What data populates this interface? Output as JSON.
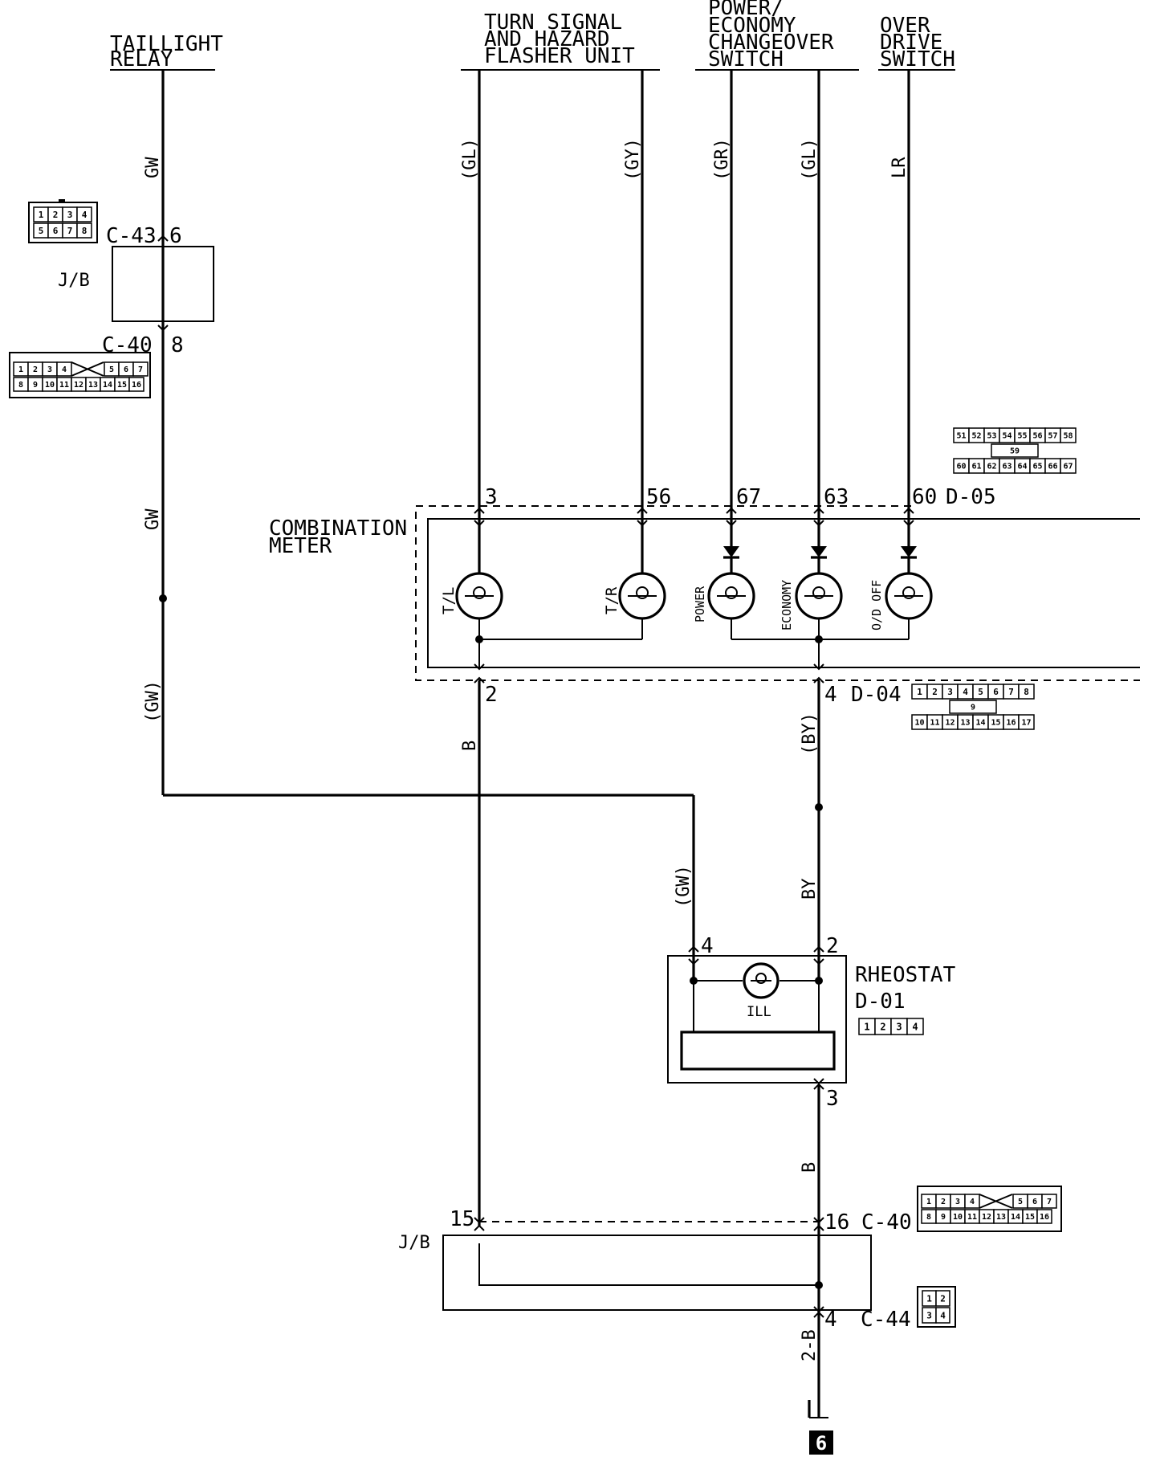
{
  "components": {
    "taillight_relay": [
      "TAILLIGHT",
      "RELAY"
    ],
    "turn_signal": [
      "TURN SIGNAL",
      "AND HAZARD",
      "FLASHER UNIT"
    ],
    "power_economy": [
      "POWER/",
      "ECONOMY",
      "CHANGEOVER",
      "SWITCH"
    ],
    "over_drive": [
      "OVER",
      "DRIVE",
      "SWITCH"
    ],
    "combination_meter": [
      "COMBINATION",
      "METER"
    ],
    "rheostat": "RHEOSTAT",
    "rheostat_code": "D-01",
    "jb": "J/B",
    "ground_id": "6"
  },
  "wire_colors": {
    "gw": "GW",
    "gw_paren": "(GW)",
    "gl_paren": "(GL)",
    "gy_paren": "(GY)",
    "gr_paren": "(GR)",
    "lr": "LR",
    "b": "B",
    "by_paren": "(BY)",
    "by": "BY",
    "two_b": "2-B"
  },
  "connectors": {
    "c43": "C-43",
    "c40": "C-40",
    "d05": "D-05",
    "d04": "D-04",
    "c44": "C-44"
  },
  "pins": {
    "p6": "6",
    "p8": "8",
    "p3": "3",
    "p56": "56",
    "p67": "67",
    "p63": "63",
    "p60": "60",
    "p2": "2",
    "p4": "4",
    "p15": "15",
    "p16": "16"
  },
  "lamps": {
    "tl": "T/L",
    "tr": "T/R",
    "power": "POWER",
    "economy": "ECONOMY",
    "od_off": "O/D OFF",
    "ill": "ILL"
  },
  "connector_faces": {
    "c43": {
      "rows": [
        [
          "1",
          "2",
          "3",
          "4"
        ],
        [
          "5",
          "6",
          "7",
          "8"
        ]
      ]
    },
    "c40": {
      "left": [
        [
          "1",
          "2",
          "3",
          "4"
        ],
        [
          "8",
          "9",
          "10",
          "11",
          "12"
        ]
      ],
      "right": [
        [
          "5",
          "6",
          "7"
        ],
        [
          "13",
          "14",
          "15",
          "16"
        ]
      ]
    },
    "d05": {
      "top": [
        "51",
        "52",
        "53",
        "54",
        "55",
        "56",
        "57",
        "58"
      ],
      "mid": "59",
      "bottom": [
        "60",
        "61",
        "62",
        "63",
        "64",
        "65",
        "66",
        "67"
      ]
    },
    "d04": {
      "top": [
        "1",
        "2",
        "3",
        "4",
        "5",
        "6",
        "7",
        "8"
      ],
      "mid": "9",
      "bottom": [
        "10",
        "11",
        "12",
        "13",
        "14",
        "15",
        "16",
        "17"
      ]
    },
    "d01": {
      "row": [
        "1",
        "2",
        "3",
        "4"
      ]
    },
    "c44": {
      "rows": [
        [
          "1",
          "2"
        ],
        [
          "3",
          "4"
        ]
      ]
    }
  }
}
